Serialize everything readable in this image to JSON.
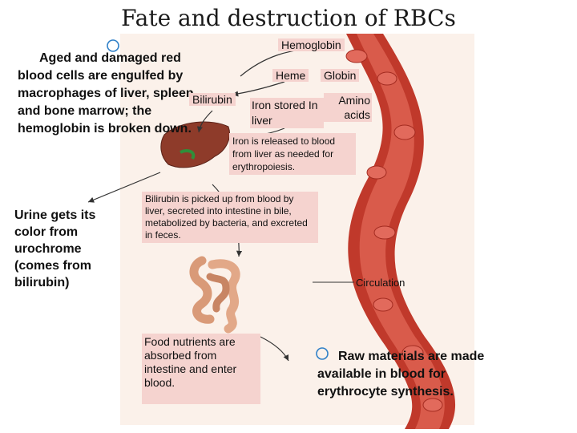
{
  "title": "Fate and destruction of RBCs",
  "text": {
    "aged_cells": "Aged and damaged red blood cells are engulfed by macrophages of liver, spleen, and bone marrow; the hemoglobin is broken down.",
    "urine": "Urine gets its color from urochrome (comes from bilirubin)",
    "raw_materials": "Raw materials are made available in blood for erythrocyte synthesis."
  },
  "labels": {
    "hemoglobin": "Hemoglobin",
    "heme": "Heme",
    "globin": "Globin",
    "bilirubin": "Bilirubin",
    "iron_stored": "Iron stored In liver",
    "amino_acids": "Amino acids",
    "iron_released": "Iron is released to blood from liver as needed for erythropoiesis.",
    "bilirubin_pathway": "Bilirubin is picked up from blood by liver, secreted into intestine in bile, metabolized by bacteria, and excreted in feces.",
    "food_nutrients": "Food nutrients are absorbed from intestine and enter blood.",
    "circulation": "Circulation"
  },
  "colors": {
    "vessel": "#b03a2e",
    "rbc": "#d9534f",
    "label_box": "#f5d3cf",
    "figure_bg": "#fbf1ea",
    "bullet": "#2f80c8"
  }
}
